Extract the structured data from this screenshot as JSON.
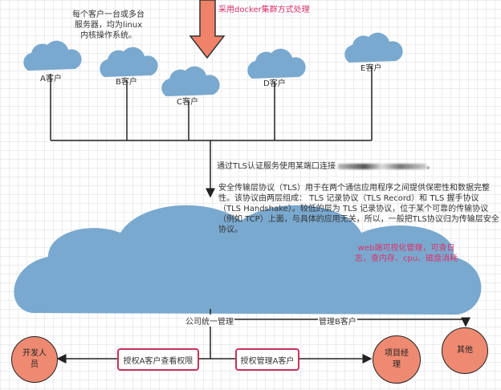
{
  "top_note": "每个客户一台或多台服务器，均为linux内核操作系统。",
  "docker_note": "采用docker集群方式处理",
  "clients": [
    "A客户",
    "B客户",
    "C客户",
    "D客户",
    "E客户"
  ],
  "tls_connect": "通过TLS认证服务使用某端口连接",
  "tls_connect_end": "。",
  "tls_description": "安全传输层协议（TLS）用于在两个通信应用程序之间提供保密性和数据完整性。该协议由两层组成： TLS 记录协议（TLS Record）和 TLS 握手协议（TLS Handshake）。较低的层为 TLS 记录协议，位于某个可靠的传输协议（例如 TCP）上面，与具体的应用无关，所以，一般把TLS协议归为传输层安全协议。",
  "web_note": "web端可视化管理，可查日志，查内存、cpu、磁盘消耗",
  "edges": {
    "company": "公司统一管理",
    "manage_b": "管理B客户",
    "auth_view_a": "授权A客户查看权限",
    "auth_manage_a": "授权管理A客户"
  },
  "roles": {
    "developer": "开发人员",
    "pm": "项目经理",
    "other": "其他"
  },
  "colors": {
    "cloud": "#7aa9cf",
    "role": "#ee8a72",
    "arrow": "#f0826a",
    "accent": "#d8336a"
  }
}
